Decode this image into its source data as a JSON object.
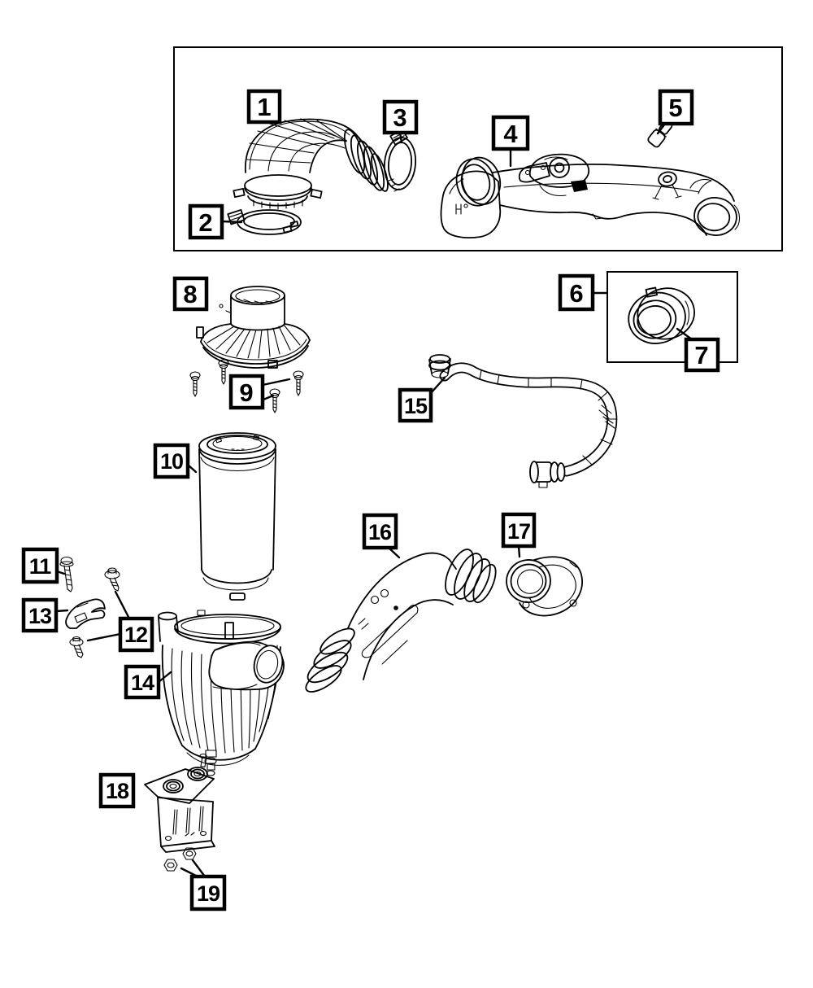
{
  "diagram": {
    "type": "exploded-parts-diagram",
    "callouts": [
      "1",
      "2",
      "3",
      "4",
      "5",
      "6",
      "7",
      "8",
      "9",
      "10",
      "11",
      "12",
      "13",
      "14",
      "15",
      "16",
      "17",
      "18",
      "19"
    ],
    "colors": {
      "background": "#ffffff",
      "line": "#000000",
      "callout_border": "#000000",
      "callout_fill": "#ffffff"
    }
  }
}
